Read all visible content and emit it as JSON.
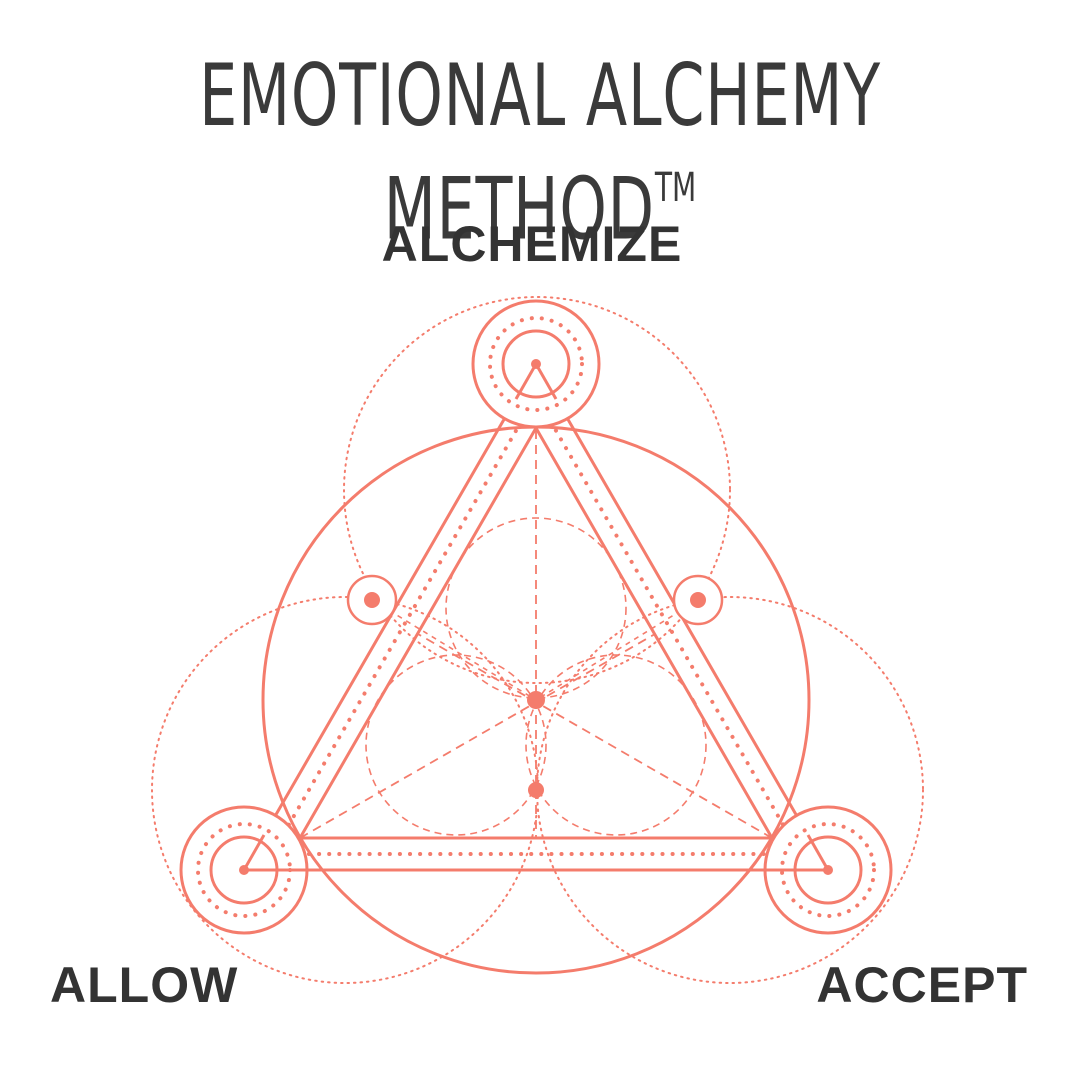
{
  "title": {
    "text": "EMOTIONAL ALCHEMY METHOD",
    "mark": "TM"
  },
  "labels": {
    "top": "ALCHEMIZE",
    "left": "ALLOW",
    "right": "ACCEPT"
  },
  "colors": {
    "accent": "#f47c6c",
    "text": "#333333",
    "background": "#ffffff"
  }
}
